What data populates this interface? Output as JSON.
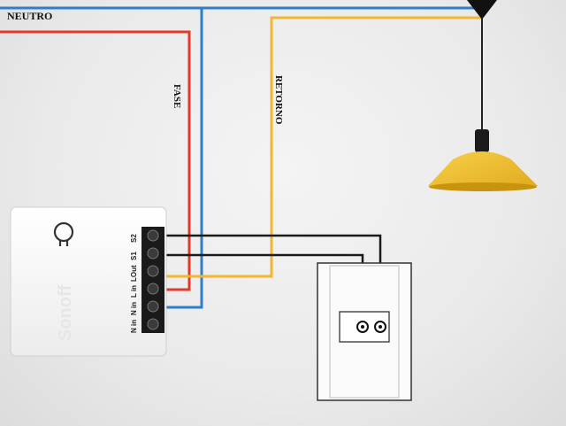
{
  "labels": {
    "neutro": "NEUTRO",
    "fase": "FASE",
    "retorno": "RETORNO"
  },
  "device": {
    "brand": "Sonoff",
    "terminals": [
      "S2",
      "S1",
      "LOut",
      "L in",
      "N in",
      "N in"
    ]
  },
  "colors": {
    "neutral_wire": "#2f7fc8",
    "phase_wire": "#e23a2a",
    "return_wire": "#f2b630",
    "switch_wire": "#1a1a1a",
    "lamp_shade": "#f2c232"
  },
  "icons": {
    "device_icon": "lightbulb-icon"
  }
}
